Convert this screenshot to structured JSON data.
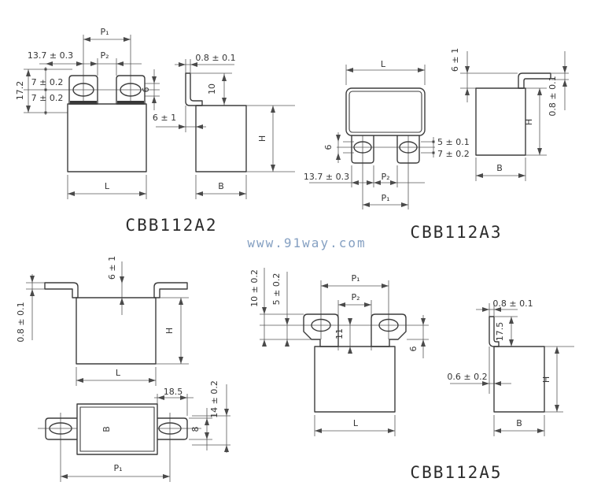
{
  "watermark": "www.91way.com",
  "a2": {
    "label": "CBB112A2",
    "front": {
      "p1": "P₁",
      "p2": "P₂",
      "w13": "13.7 ± 0.3",
      "h17": "17.2",
      "t7a": "7 ± 0.2",
      "t7b": "7 ± 0.2",
      "hole6": "6",
      "len": "L"
    },
    "side": {
      "th08": "0.8 ± 0.1",
      "h10": "10",
      "off6": "6 ± 1",
      "h": "H",
      "b": "B"
    }
  },
  "a3": {
    "label": "CBB112A3",
    "front": {
      "len": "L",
      "hole6": "6",
      "w13": "13.7 ± 0.3",
      "p2": "P₂",
      "p1": "P₁",
      "d5": "5 ± 0.1",
      "d7": "7 ± 0.2"
    },
    "side": {
      "off6": "6 ± 1",
      "th08": "0.8 ± 0.1",
      "h": "H",
      "b": "B"
    }
  },
  "a4": {
    "front": {
      "off6": "6 ± 1",
      "th08": "0.8 ± 0.1",
      "h": "H",
      "len": "L"
    },
    "bottom": {
      "d185": "18.5",
      "d14": "14 ± 0.2",
      "b": "B",
      "d8": "8",
      "p1": "P₁"
    }
  },
  "a5": {
    "label": "CBB112A5",
    "front": {
      "p1": "P₁",
      "p2": "P₂",
      "d10": "10 ± 0.2",
      "d5": "5 ± 0.2",
      "d11": "11",
      "d6": "6",
      "len": "L"
    },
    "side": {
      "th08": "0.8 ± 0.1",
      "d175": "17.5",
      "th06": "0.6 ± 0.2",
      "h": "H",
      "b": "B"
    }
  }
}
